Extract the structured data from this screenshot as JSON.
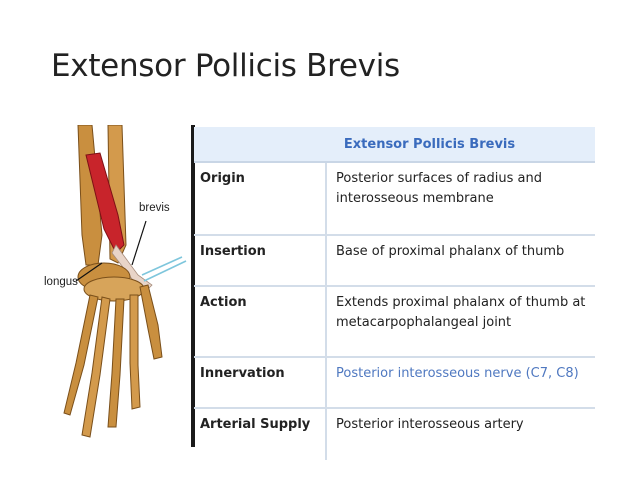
{
  "slide": {
    "title": "Extensor Pollicis Brevis"
  },
  "figure": {
    "labels": {
      "brevis": "brevis",
      "longus": "longus"
    }
  },
  "table": {
    "header": "Extensor Pollicis Brevis",
    "rows": [
      {
        "label": "Origin",
        "value": "Posterior surfaces of radius and interosseous membrane"
      },
      {
        "label": "Insertion",
        "value": "Base of proximal phalanx of thumb"
      },
      {
        "label": "Action",
        "value": "Extends proximal phalanx of thumb at metacarpophalangeal joint"
      },
      {
        "label": "Innervation",
        "value": "Posterior interosseous nerve (C7, C8)"
      },
      {
        "label": "Arterial Supply",
        "value": "Posterior interosseous artery"
      }
    ],
    "colors": {
      "header_bg": "#e4eefa",
      "header_text": "#3a6bbd",
      "link_text": "#4f78c0"
    }
  }
}
